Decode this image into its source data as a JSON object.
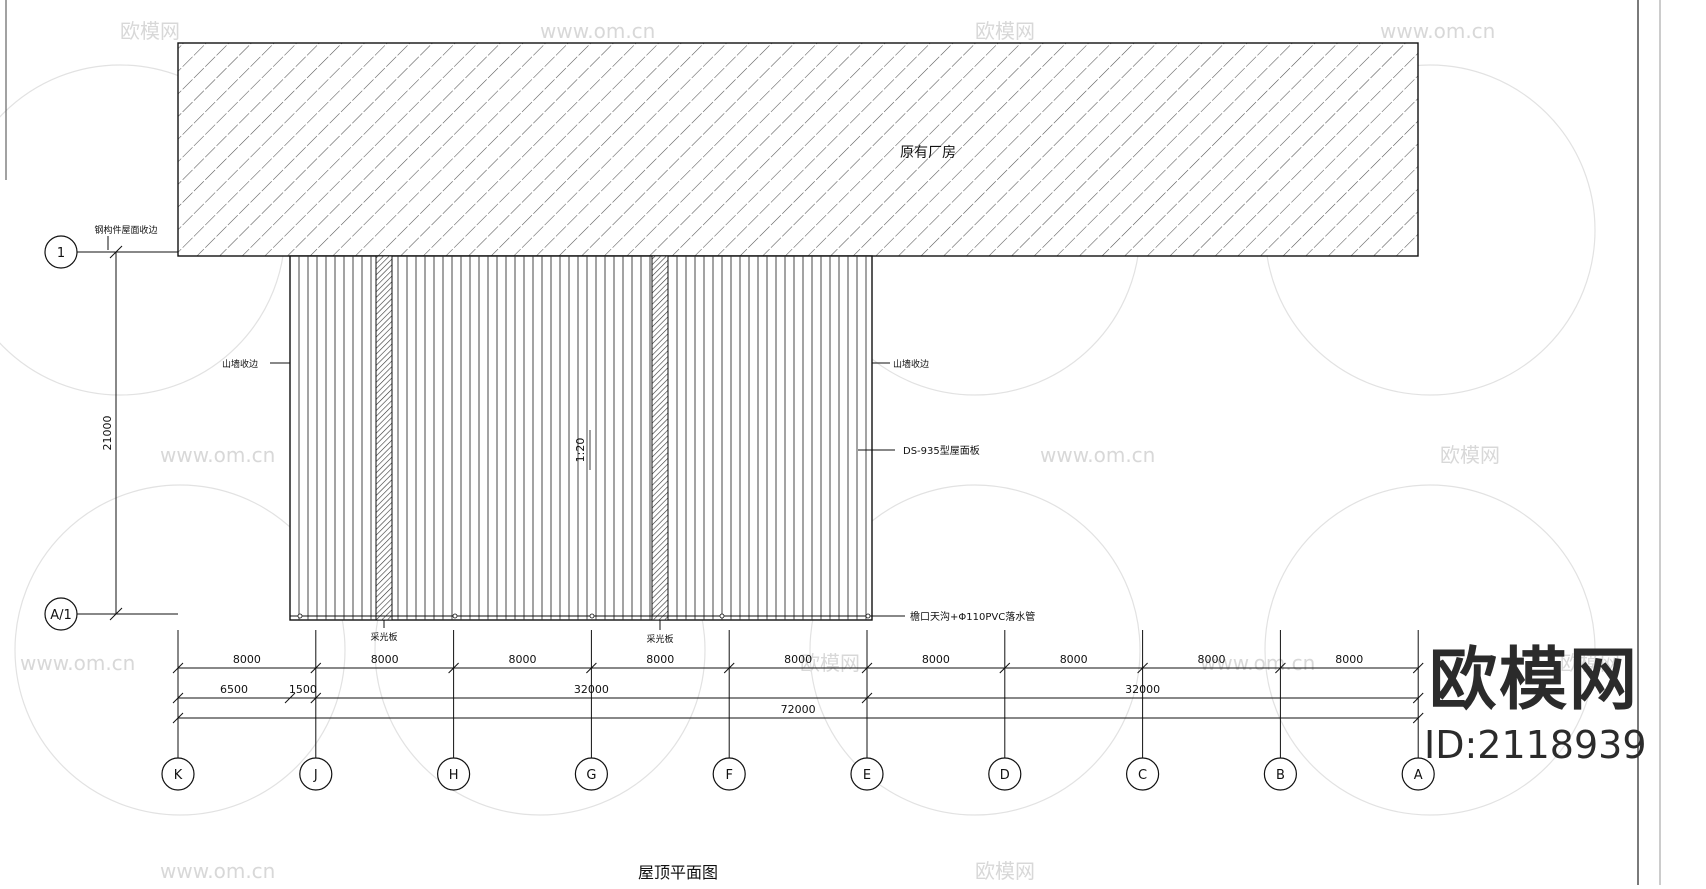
{
  "drawing": {
    "title": "屋顶平面图",
    "existing_building_label": "原有厂房",
    "labels": {
      "left_top_note": "钢构件屋面收边",
      "left_mid_note": "山墙收边",
      "right_mid_note": "山墙收边",
      "right_spec_note": "DS-935型屋面板",
      "bottom_gutter_note": "檐口天沟+Φ110PVC落水管",
      "ridge_left": "采光板",
      "ridge_right": "采光板",
      "slope_note": "1:20",
      "vertical_dim": "21000"
    },
    "row_axes": [
      "1",
      "A/1"
    ],
    "column_axes": [
      "K",
      "J",
      "H",
      "G",
      "F",
      "E",
      "D",
      "C",
      "B",
      "A"
    ],
    "dims_row1": [
      "8000",
      "8000",
      "8000",
      "8000",
      "8000",
      "8000",
      "8000",
      "8000",
      "8000"
    ],
    "dims_row2": [
      "6500",
      "1500",
      "32000",
      "32000"
    ],
    "dims_row3": [
      "72000"
    ]
  },
  "watermark": {
    "site": "www.om.cn",
    "brand": "欧模网",
    "id": "ID:2118939"
  }
}
